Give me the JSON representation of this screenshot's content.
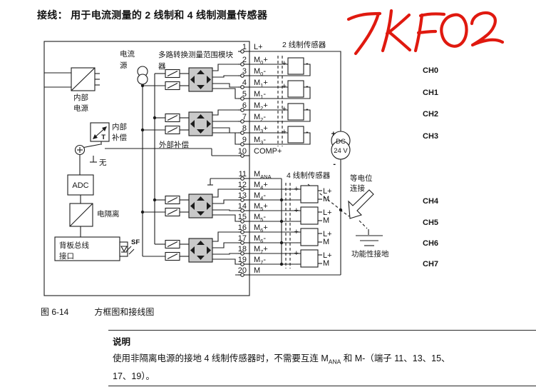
{
  "title": "接线： 用于电流测量的 2 线制和 4 线制测量传感器",
  "annotation": {
    "text": "7KF02",
    "color": "#e0190f"
  },
  "caption": {
    "figure": "图 6-14",
    "text": "方框图和接线图"
  },
  "note": {
    "heading": "说明",
    "line1_pre": "使用非隔离电源的接地 4 线制传感器时，不需要互连 M",
    "line1_sub": "ANA",
    "line1_post": " 和 M-（端子 11、13、15、",
    "line2": "17、19）。"
  },
  "module": {
    "internal_power": [
      "内部",
      "电源"
    ],
    "current_source": [
      "电流",
      "源"
    ],
    "mux_range": [
      "多路转换测量范围模块",
      "器"
    ],
    "internal_comp": [
      "内部",
      "补偿"
    ],
    "comp_none": "无",
    "external_comp": "外部补偿",
    "adc": "ADC",
    "isolation": "电隔离",
    "backplane": [
      "背板总线",
      "接口"
    ],
    "sf": "SF",
    "t": "T"
  },
  "terminals": [
    {
      "n": "1",
      "base": "L+"
    },
    {
      "n": "2",
      "base": "M",
      "sub": "0",
      "suf": "+"
    },
    {
      "n": "3",
      "base": "M",
      "sub": "0",
      "suf": "-"
    },
    {
      "n": "4",
      "base": "M",
      "sub": "1",
      "suf": "+"
    },
    {
      "n": "5",
      "base": "M",
      "sub": "1",
      "suf": "-"
    },
    {
      "n": "6",
      "base": "M",
      "sub": "2",
      "suf": "+"
    },
    {
      "n": "7",
      "base": "M",
      "sub": "2",
      "suf": "-"
    },
    {
      "n": "8",
      "base": "M",
      "sub": "3",
      "suf": "+"
    },
    {
      "n": "9",
      "base": "M",
      "sub": "3",
      "suf": "-"
    },
    {
      "n": "10",
      "base": "COMP+"
    },
    {
      "n": "11",
      "base": "M",
      "sub": "ANA"
    },
    {
      "n": "12",
      "base": "M",
      "sub": "4",
      "suf": "+"
    },
    {
      "n": "13",
      "base": "M",
      "sub": "4",
      "suf": "-"
    },
    {
      "n": "14",
      "base": "M",
      "sub": "5",
      "suf": "+"
    },
    {
      "n": "15",
      "base": "M",
      "sub": "5",
      "suf": "-"
    },
    {
      "n": "16",
      "base": "M",
      "sub": "6",
      "suf": "+"
    },
    {
      "n": "17",
      "base": "M",
      "sub": "6",
      "suf": "-"
    },
    {
      "n": "18",
      "base": "M",
      "sub": "7",
      "suf": "+"
    },
    {
      "n": "19",
      "base": "M",
      "sub": "7",
      "suf": "-"
    },
    {
      "n": "20",
      "base": "M"
    }
  ],
  "sensors": {
    "two_wire_label": "2 线制传感器",
    "four_wire_label": "4 线制传感器",
    "plus": "+",
    "minus": "-",
    "l_plus": "L+",
    "m": "M"
  },
  "supply": {
    "dc": "DC",
    "voltage": "24 V",
    "plus": "+",
    "minus": "-"
  },
  "earth": {
    "equipotential": [
      "等电位",
      "连接"
    ],
    "functional": "功能性接地"
  },
  "channels": [
    "CH0",
    "CH1",
    "CH2",
    "CH3",
    "CH4",
    "CH5",
    "CH6",
    "CH7"
  ]
}
